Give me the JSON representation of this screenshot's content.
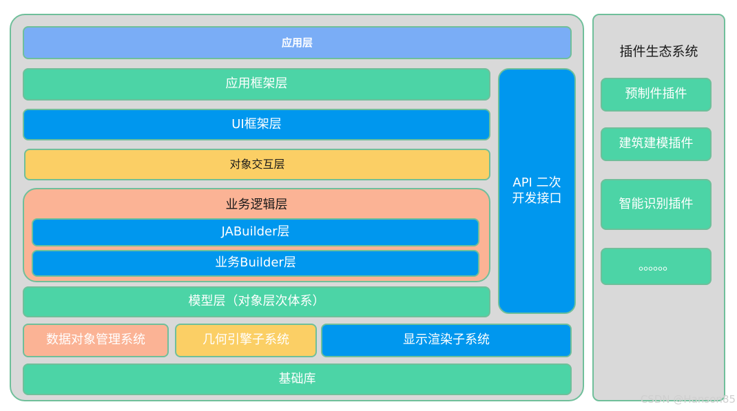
{
  "main": {
    "application_layer": "应用层",
    "app_framework_layer": "应用框架层",
    "ui_framework_layer": "UI框架层",
    "object_interaction_layer": "对象交互层",
    "business_logic": {
      "title": "业务逻辑层",
      "jabuilder": "JABuilder层",
      "business_builder": "业务Builder层"
    },
    "api": "API 二次开发接口",
    "model_layer": "模型层（对象层次体系）",
    "data_object_system": "数据对象管理系统",
    "geometry_engine": "几何引擎子系统",
    "render_system": "显示渲染子系统",
    "base_library": "基础库"
  },
  "plugins": {
    "title": "插件生态系统",
    "items": [
      "预制件插件",
      "建筑建模插件",
      "智能识别插件",
      "。。。。。。"
    ]
  },
  "watermark": "CSDN @Hanson85",
  "colors": {
    "green": "#4cd4a6",
    "blue": "#0097ee",
    "periwinkle": "#7aadf6",
    "yellow": "#fbcf65",
    "salmon": "#fbb395",
    "panel": "#d9d9d9",
    "border": "#6fbf9a"
  }
}
